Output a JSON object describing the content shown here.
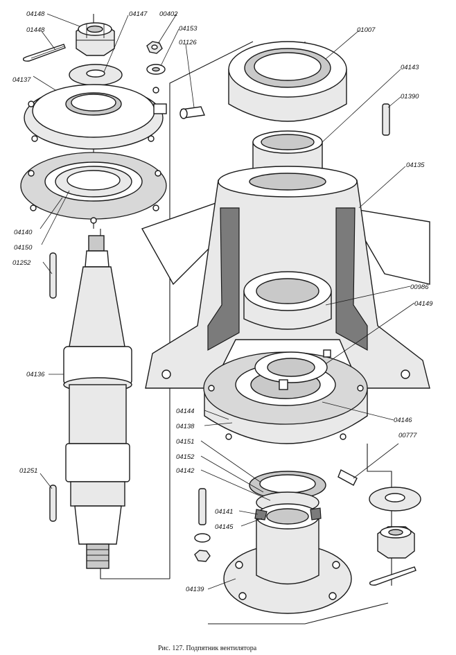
{
  "caption": "Рис. 127. Подпятник вентилятора",
  "labels": {
    "p04148": "04148",
    "p01448": "01448",
    "p04147": "04147",
    "p00402": "00402",
    "p04153": "04153",
    "p01126": "01126",
    "p01007": "01007",
    "p04137": "04137",
    "p04143": "04143",
    "p01390": "01390",
    "p04135": "04135",
    "p04140": "04140",
    "p04150": "04150",
    "p01252": "01252",
    "p00986": "00986",
    "p04149": "04149",
    "p04136": "04136",
    "p04144": "04144",
    "p04138": "04138",
    "p04146": "04146",
    "p04151": "04151",
    "p00777": "00777",
    "p04152": "04152",
    "p04142": "04142",
    "p01251": "01251",
    "p04141": "04141",
    "p04145": "04145",
    "p04139": "04139"
  }
}
